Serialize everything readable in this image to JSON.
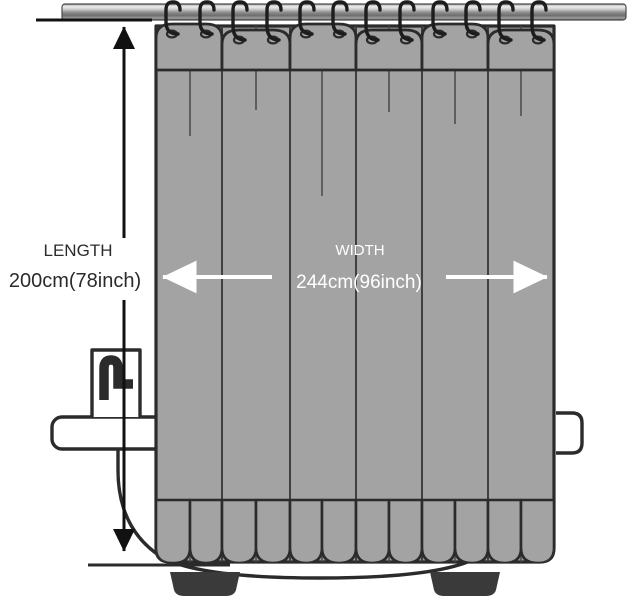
{
  "diagram": {
    "title": "Shower Curtain Dimension Diagram",
    "subject": "shower-curtain-over-bathtub",
    "labels": {
      "length_title": "LENGTH",
      "length_value": "200cm(78inch)",
      "width_title": "WIDTH",
      "width_value": "244cm(96inch)"
    },
    "colors": {
      "curtain_fill": "#a3a3a3",
      "outline": "#2b2b2b",
      "rod_light": "#e6e6e6",
      "rod_mid": "#8d8d8d",
      "rod_dark": "#555555",
      "arrow_white": "#ffffff",
      "arrow_black": "#111111",
      "background": "#ffffff",
      "foot_fill": "#3a3a3a"
    },
    "elements": {
      "rod_name": "curtain-rod",
      "rings_name": "curtain-rings",
      "curtain_name": "shower-curtain-panel",
      "tub_name": "bathtub",
      "faucet_name": "bathtub-faucet",
      "feet_name": "bathtub-feet"
    },
    "measurements": {
      "length_cm": 200,
      "length_inch": 78,
      "width_cm": 244,
      "width_inch": 96
    }
  }
}
